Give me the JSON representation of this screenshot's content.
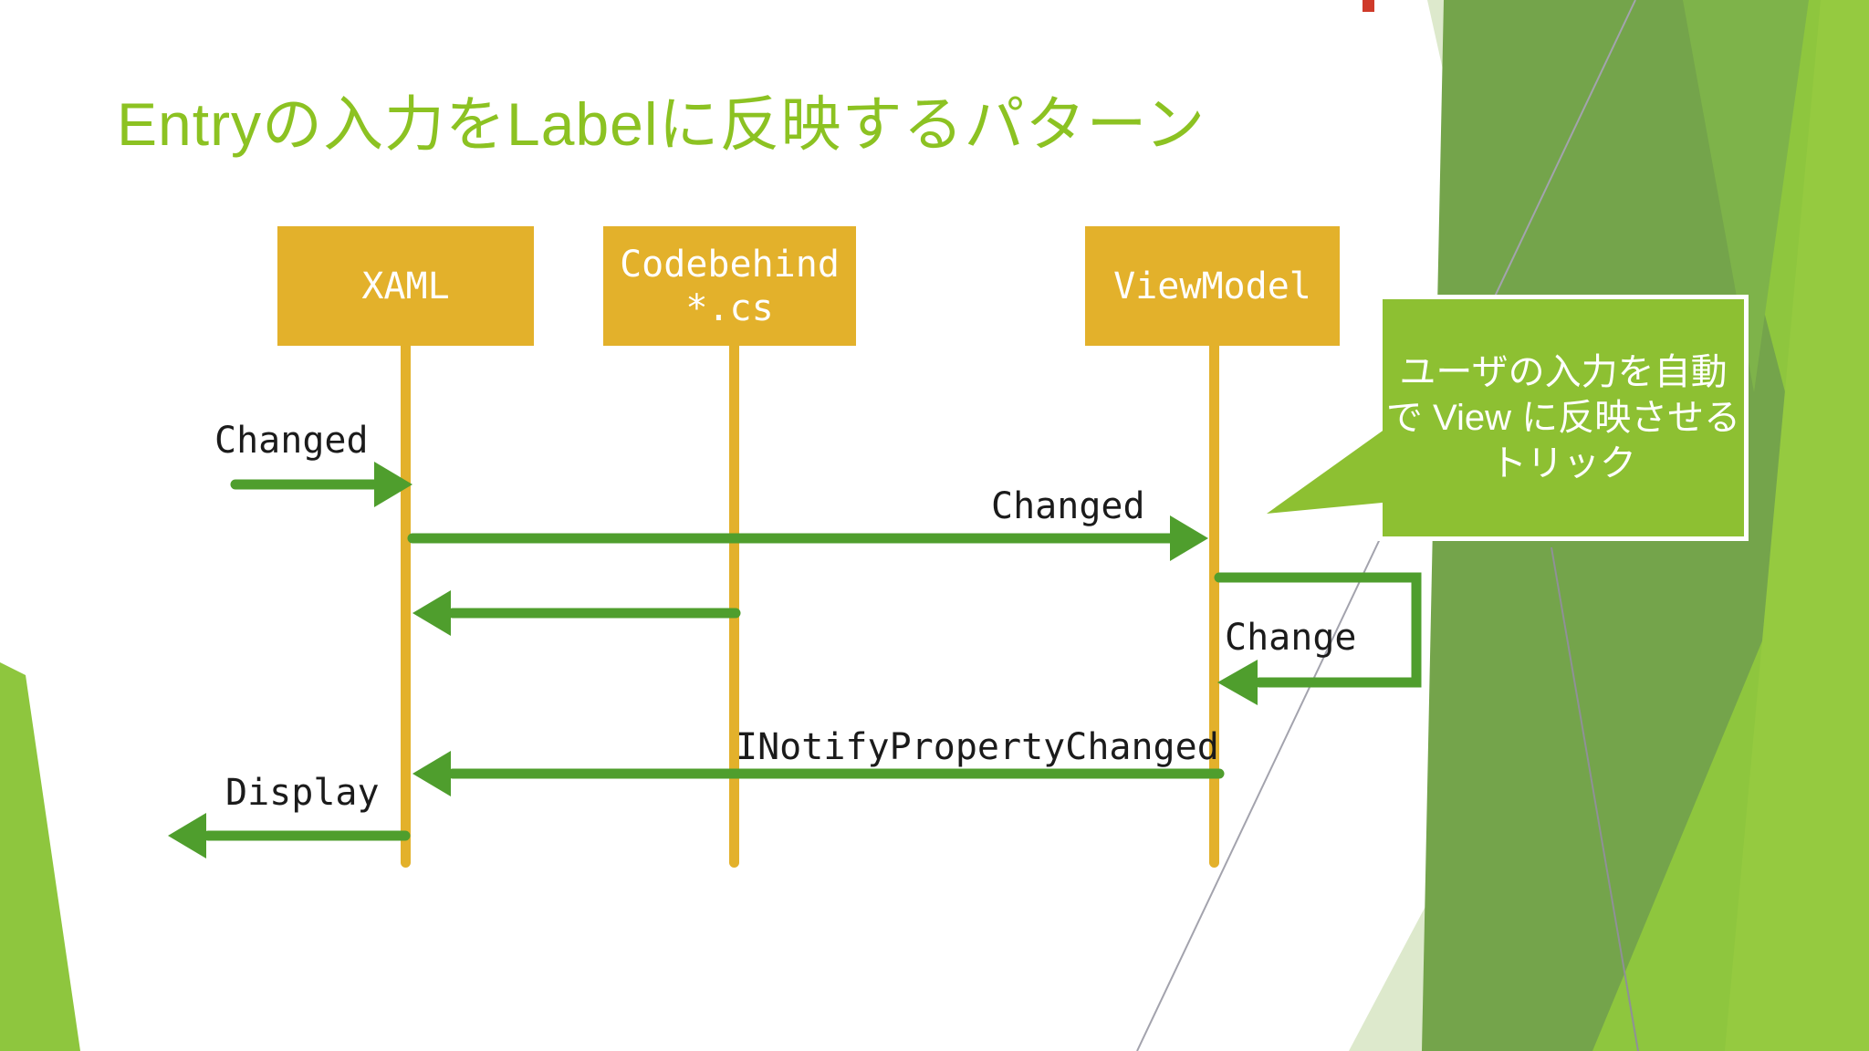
{
  "slide": {
    "title": "Entryの入力をLabelに反映するパターン",
    "actors": {
      "xaml": "XAML",
      "codebehind_line1": "Codebehind",
      "codebehind_line2": "*.cs",
      "viewmodel": "ViewModel"
    },
    "messages": {
      "entry_changed": "Changed",
      "vm_changed": "Changed",
      "change": "Change",
      "inotify": "INotifyPropertyChanged",
      "display": "Display"
    },
    "callout": {
      "line1": "ユーザの入力を自動",
      "line2": "で View に反映させる",
      "line3": "トリック"
    },
    "colors": {
      "title_green": "#8cc222",
      "arrow_green": "#4f9e2d",
      "actor_yellow": "#e3b12b",
      "callout_green": "#8dc032",
      "decor_dark_green": "#74a44b",
      "decor_medium_green": "#7eb34a",
      "decor_bright_green": "#8ec63e",
      "decor_pale_green": "#dde9cc",
      "decor_line_gray": "#a3a3ad",
      "decor_red": "#cf3a2a",
      "text_black": "#1b1b1b",
      "text_white": "#ffffff",
      "background": "#ffffff"
    }
  }
}
